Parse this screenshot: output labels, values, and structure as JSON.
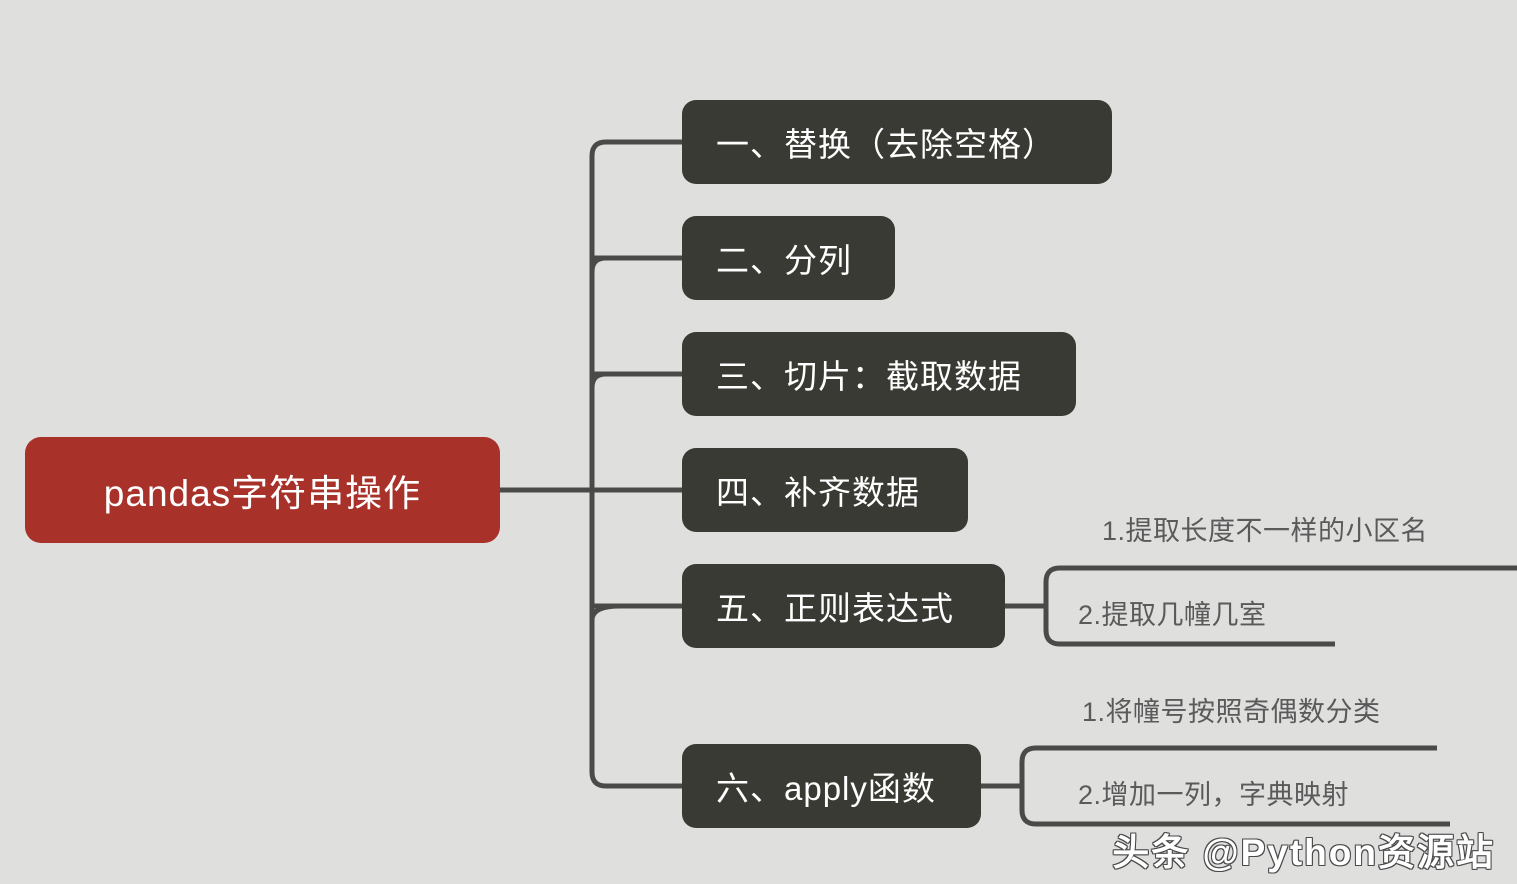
{
  "diagram": {
    "title": "pandas字符串操作",
    "background_color": "#dfdfde",
    "root_color": "#a8322a",
    "branch_color": "#393a33",
    "line_color": "#4a4a48",
    "leaf_text_color": "#5a5a5a"
  },
  "root": {
    "label": "pandas字符串操作"
  },
  "branches": [
    {
      "label": "一、替换（去除空格）",
      "children": []
    },
    {
      "label": "二、分列",
      "children": []
    },
    {
      "label": "三、切片：截取数据",
      "children": []
    },
    {
      "label": "四、补齐数据",
      "children": []
    },
    {
      "label": "五、正则表达式",
      "children": [
        {
          "label": "1.提取长度不一样的小区名"
        },
        {
          "label": "2.提取几幢几室"
        }
      ]
    },
    {
      "label": "六、apply函数",
      "children": [
        {
          "label": "1.将幢号按照奇偶数分类"
        },
        {
          "label": "2.增加一列，字典映射"
        }
      ]
    }
  ],
  "watermark": {
    "label": "头条 @Python资源站"
  }
}
